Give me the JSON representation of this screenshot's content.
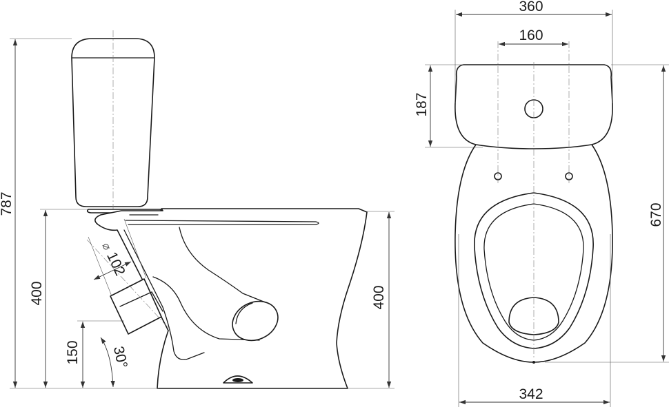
{
  "side_view": {
    "total_height": "787",
    "bowl_height_front": "400",
    "bowl_height_back": "400",
    "outlet_height": "150",
    "outlet_angle": "30°",
    "pipe_diameter_symbol": "⌀",
    "pipe_diameter": "102"
  },
  "top_view": {
    "tank_width": "360",
    "mounting_spacing": "160",
    "tank_depth": "187",
    "total_length": "670",
    "bowl_width": "342"
  }
}
